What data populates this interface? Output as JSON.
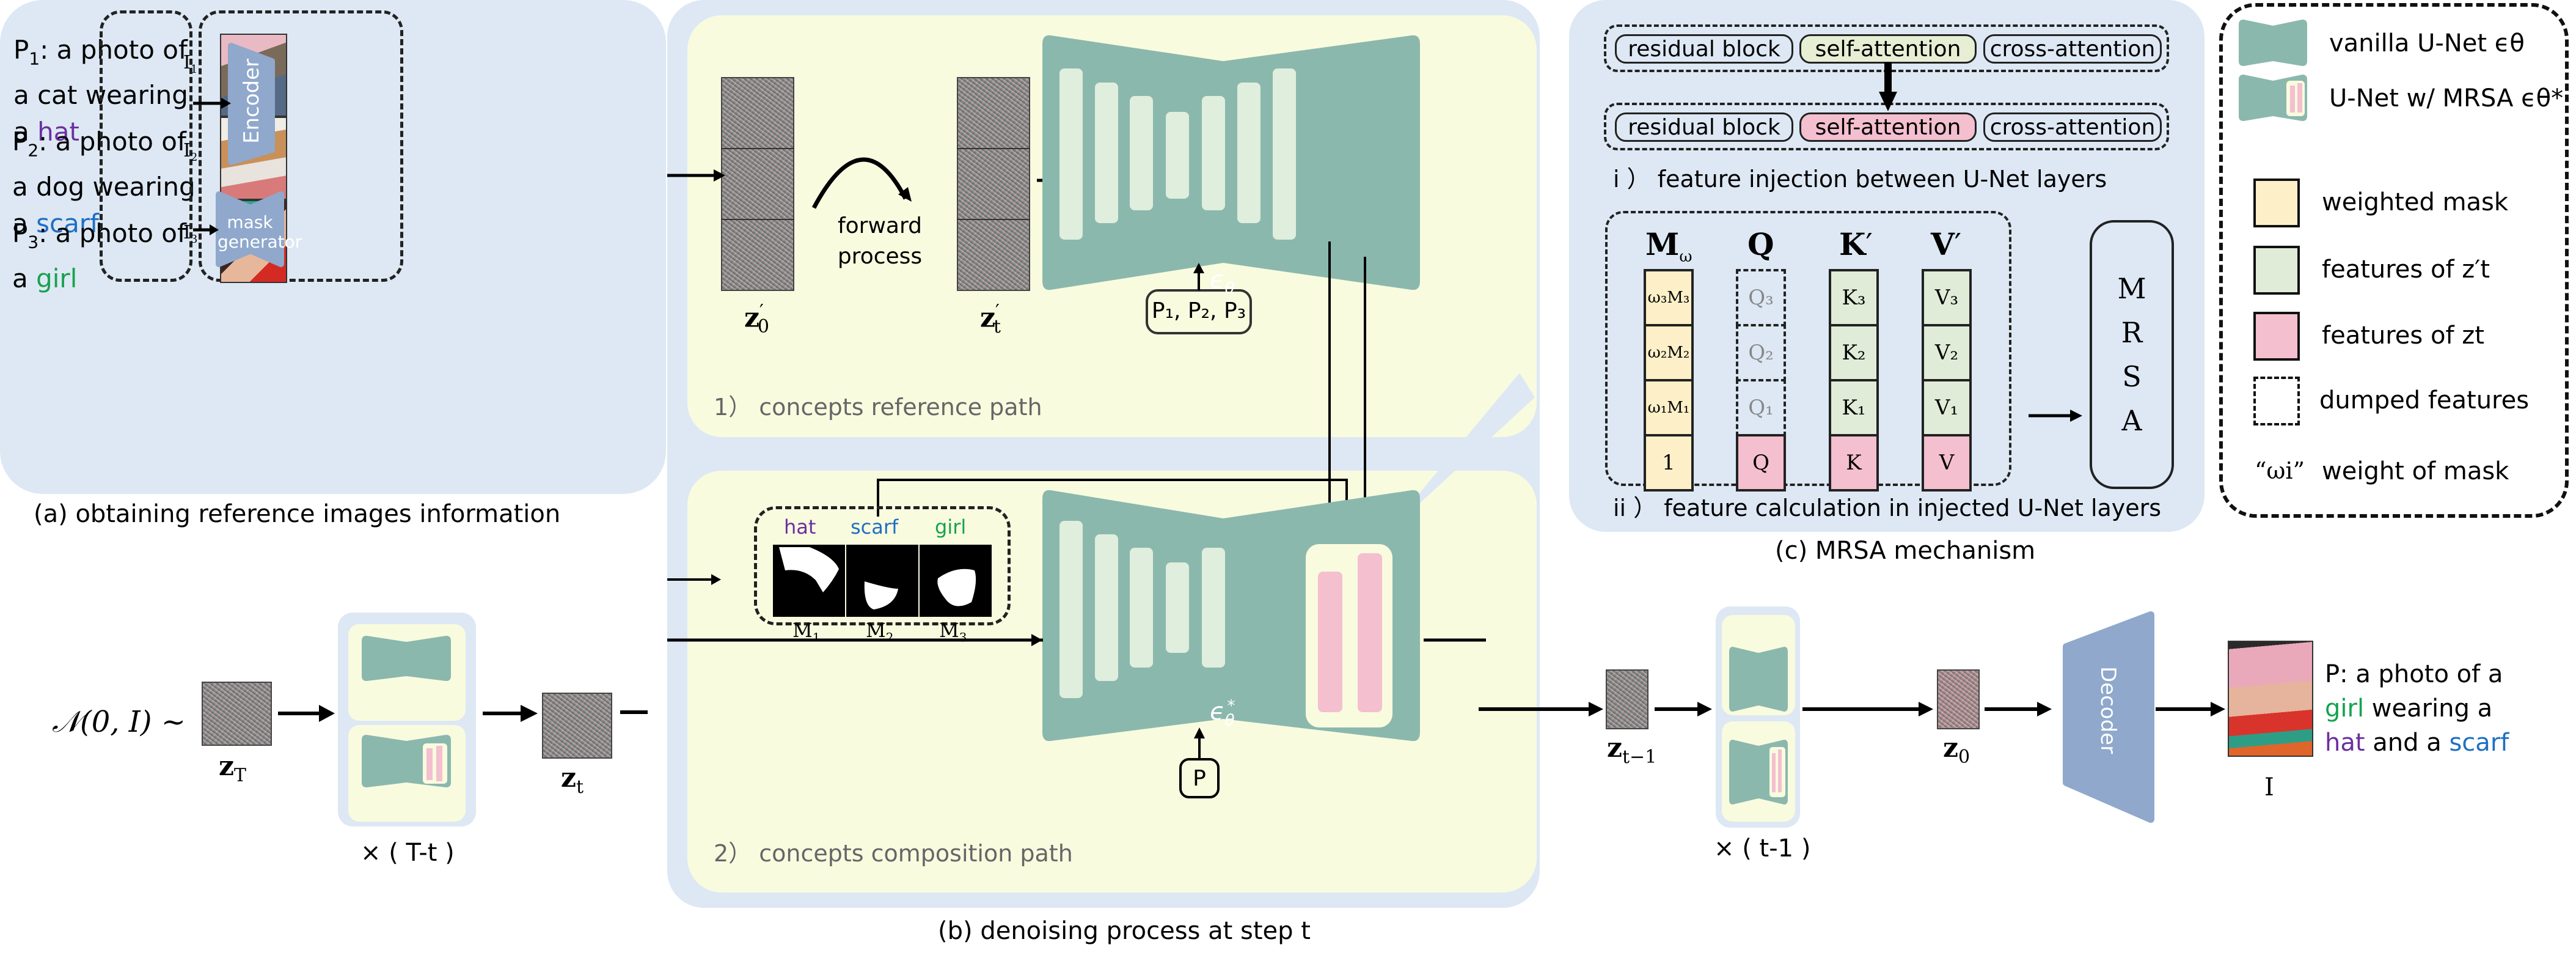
{
  "panel_a": {
    "caption": "(a) obtaining reference images information",
    "prompts": [
      {
        "id": "P1",
        "prefix": "P",
        "sub": "1",
        "lines": [
          "a photo of",
          "a cat wearing"
        ],
        "last_prefix": "a ",
        "concept": "hat",
        "concept_color": "#6b2fa0",
        "image_label": "I",
        "image_sub": "1"
      },
      {
        "id": "P2",
        "prefix": "P",
        "sub": "2",
        "lines": [
          "a photo of",
          "a dog wearing"
        ],
        "last_prefix": "a ",
        "concept": "scarf",
        "concept_color": "#1f6fc2",
        "image_label": "I",
        "image_sub": "2"
      },
      {
        "id": "P3",
        "prefix": "P",
        "sub": "3",
        "lines": [
          "a photo of"
        ],
        "last_prefix": "a ",
        "concept": "girl",
        "concept_color": "#17a24e",
        "image_label": "I",
        "image_sub": "3"
      }
    ],
    "encoder_label": "Encoder",
    "mask_generator_label": [
      "mask",
      "generator"
    ]
  },
  "panel_b": {
    "caption": "(b) denoising process at step t",
    "reference_path": {
      "title": "1） concepts reference path",
      "z0_label": "z",
      "z0_sub": "0",
      "z0_prime": "′",
      "zt_label": "z",
      "zt_sub": "t",
      "zt_prime": "′",
      "forward_label": [
        "forward",
        "process"
      ],
      "unet_label": "ϵ",
      "unet_sub": "θ",
      "prompts_box": "P₁, P₂, P₃"
    },
    "composition_path": {
      "title": "2） concepts composition path",
      "mask_concepts": [
        {
          "name": "hat",
          "color": "#6b2fa0",
          "mask": "M",
          "sub": "1"
        },
        {
          "name": "scarf",
          "color": "#1f6fc2",
          "mask": "M",
          "sub": "2"
        },
        {
          "name": "girl",
          "color": "#17a24e",
          "mask": "M",
          "sub": "3"
        }
      ],
      "unet_label": "ϵ",
      "unet_sub": "θ",
      "unet_sup": "*",
      "prompt_box": "P"
    }
  },
  "panel_c": {
    "caption": "(c) MRSA mechanism",
    "injection": {
      "title": "i ） feature injection between U-Net layers",
      "row_top": [
        "residual block",
        "self-attention",
        "cross-attention"
      ],
      "row_bottom": [
        "residual block",
        "self-attention",
        "cross-attention"
      ]
    },
    "calculation": {
      "title": "ii ） feature calculation in injected U-Net layers",
      "columns": [
        {
          "header": "M",
          "header_sub": "ω",
          "header_prime": "",
          "cells": [
            {
              "text": "ω₃M₃",
              "kind": "weighted-mask"
            },
            {
              "text": "ω₂M₂",
              "kind": "weighted-mask"
            },
            {
              "text": "ω₁M₁",
              "kind": "weighted-mask"
            },
            {
              "text": "1",
              "kind": "weighted-mask"
            }
          ]
        },
        {
          "header": "Q",
          "header_sub": "",
          "header_prime": "",
          "cells": [
            {
              "text": "Q₃",
              "kind": "dumped"
            },
            {
              "text": "Q₂",
              "kind": "dumped"
            },
            {
              "text": "Q₁",
              "kind": "dumped"
            },
            {
              "text": "Q",
              "kind": "zt"
            }
          ]
        },
        {
          "header": "K",
          "header_sub": "",
          "header_prime": "′",
          "cells": [
            {
              "text": "K₃",
              "kind": "zt-prime"
            },
            {
              "text": "K₂",
              "kind": "zt-prime"
            },
            {
              "text": "K₁",
              "kind": "zt-prime"
            },
            {
              "text": "K",
              "kind": "zt"
            }
          ]
        },
        {
          "header": "V",
          "header_sub": "",
          "header_prime": "′",
          "cells": [
            {
              "text": "V₃",
              "kind": "zt-prime"
            },
            {
              "text": "V₂",
              "kind": "zt-prime"
            },
            {
              "text": "V₁",
              "kind": "zt-prime"
            },
            {
              "text": "V",
              "kind": "zt"
            }
          ]
        }
      ],
      "mrsa_letters": [
        "M",
        "R",
        "S",
        "A"
      ]
    }
  },
  "legend": {
    "items": [
      {
        "kind": "unet",
        "label": "vanilla  U-Net ϵθ"
      },
      {
        "kind": "unet-mrsa",
        "label": "U-Net w/ MRSA ϵθ*"
      },
      {
        "kind": "swatch",
        "color": "#fdf0c8",
        "label": "weighted mask"
      },
      {
        "kind": "swatch",
        "color": "#e0ecd8",
        "label": "features of z′t"
      },
      {
        "kind": "swatch",
        "color": "#f4bfcf",
        "label": "features of zt"
      },
      {
        "kind": "dashed",
        "label": "dumped features"
      },
      {
        "kind": "text",
        "symbol": "“ωi”",
        "label": "weight of mask"
      }
    ]
  },
  "bottom_flow": {
    "noise_dist": "𝒩(0, I) ~",
    "zT_label": "z",
    "zT_sub": "T",
    "zt_label": "z",
    "zt_sub": "t",
    "repeat1": "× ( T-t )",
    "zt1_label": "z",
    "zt1_sub": "t−1",
    "repeat2": "× ( t-1 )",
    "z0_label": "z",
    "z0_sub": "0",
    "decoder_label": "Decoder",
    "output_label": "I",
    "output_prompt": {
      "prefix": "P: a photo of a",
      "concept1": "girl",
      "c1_color": "#17a24e",
      "mid1": " wearing a",
      "concept2": "hat",
      "c2_color": "#6b2fa0",
      "mid2": " and a ",
      "concept3": "scarf",
      "c3_color": "#1f6fc2"
    }
  },
  "colors": {
    "panel_blue": "#dde8f4",
    "panel_yellow": "#f9fbdf",
    "unet_teal": "#8bb8ad",
    "unet_block": "#dfeedd",
    "mrsa_pink": "#f4bfcf",
    "encoder_blue": "#8fa8cc"
  }
}
